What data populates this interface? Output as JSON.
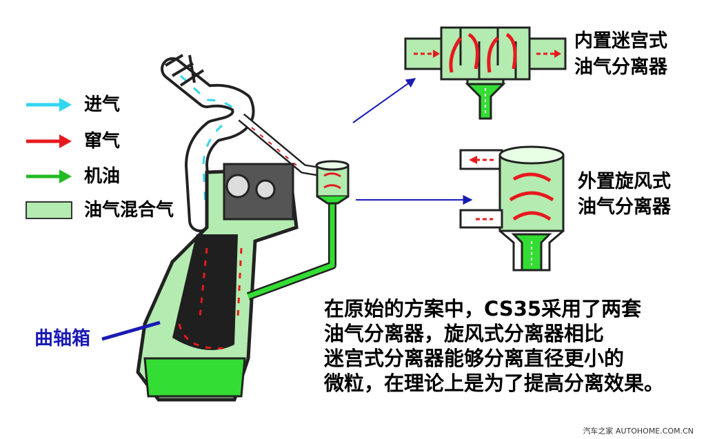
{
  "legend": {
    "items": [
      {
        "label": "进气",
        "color": "#33d6f0"
      },
      {
        "label": "窜气",
        "color": "#e8191e"
      },
      {
        "label": "机油",
        "color": "#22bb22"
      },
      {
        "label": "油气混合气",
        "color": "#b4ebb0"
      }
    ]
  },
  "separators": {
    "labyrinth": {
      "line1": "内置迷宫式",
      "line2": "油气分离器"
    },
    "cyclone": {
      "line1": "外置旋风式",
      "line2": "油气分离器"
    }
  },
  "crankcase_label": "曲轴箱",
  "description": {
    "lines": [
      "在原始的方案中，CS35采用了两套",
      "油气分离器，旋风式分离器相比",
      "迷宫式分离器能够分离直径更小的",
      "微粒，在理论上是为了提高分离效果。"
    ]
  },
  "watermark": "汽车之家 AUTOHOME.COM.CN",
  "colors": {
    "intake": "#33d6f0",
    "blowby": "#e8191e",
    "oil": "#22bb22",
    "mixture": "#b4ebb0",
    "pointer": "#1a1ab5"
  }
}
